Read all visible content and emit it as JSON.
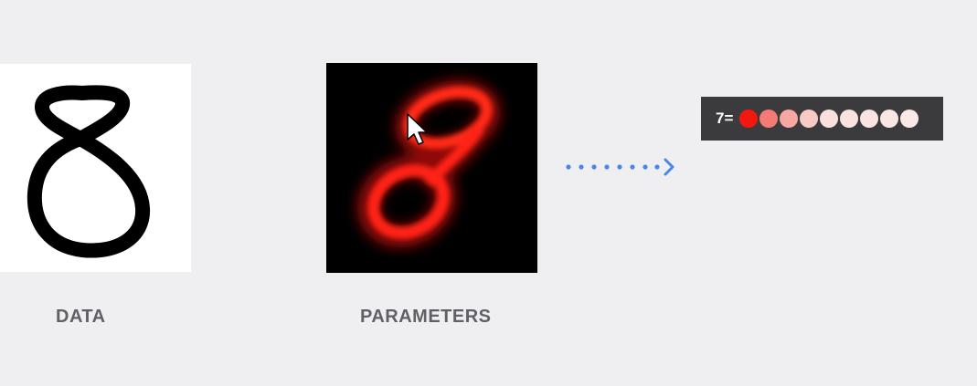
{
  "labels": {
    "data": "DATA",
    "parameters": "PARAMETERS"
  },
  "output": {
    "prefix": "7=",
    "dot_colors": [
      "#f2180f",
      "#f37b73",
      "#f6a9a3",
      "#f8cac6",
      "#fae0dd",
      "#fae2df",
      "#fae3e0",
      "#fbe6e3",
      "#fbe9e7"
    ]
  },
  "icons": {
    "digit_image": "handwritten-eight",
    "heatmap": "red-eight-heatmap",
    "pointer": "mouse-cursor-icon",
    "flow_arrow": "dotted-arrow-icon"
  },
  "colors": {
    "background": "#efeff1",
    "accent_arrow": "#4a86e8",
    "label_text": "#5f6166",
    "output_box": "#3b3b3d"
  }
}
